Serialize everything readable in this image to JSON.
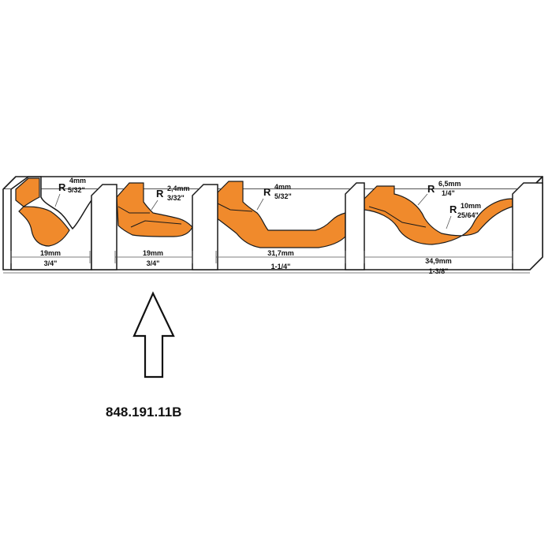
{
  "colors": {
    "profile": "#f08a2c",
    "profile_dark": "#c9651a",
    "outline": "#1a1a1a",
    "background": "#ffffff"
  },
  "part_number": "848.191.11B",
  "profiles": [
    {
      "radius_mm": "4mm",
      "radius_in": "5/32\"",
      "width_mm": "19mm",
      "width_in": "3/4\""
    },
    {
      "radius_mm": "2,4mm",
      "radius_in": "3/32\"",
      "width_mm": "19mm",
      "width_in": "3/4\""
    },
    {
      "radius_mm": "4mm",
      "radius_in": "5/32\"",
      "width_mm": "31,7mm",
      "width_in": "1-1/4\""
    },
    {
      "radius_mm": "6,5mm",
      "radius_in": "1/4\"",
      "radius2_mm": "10mm",
      "radius2_in": "25/64\"",
      "width_mm": "34,9mm",
      "width_in": "1-3/8\""
    }
  ],
  "radius_letter": "R",
  "icons": {
    "arrow": "up-arrow-outline-icon"
  }
}
